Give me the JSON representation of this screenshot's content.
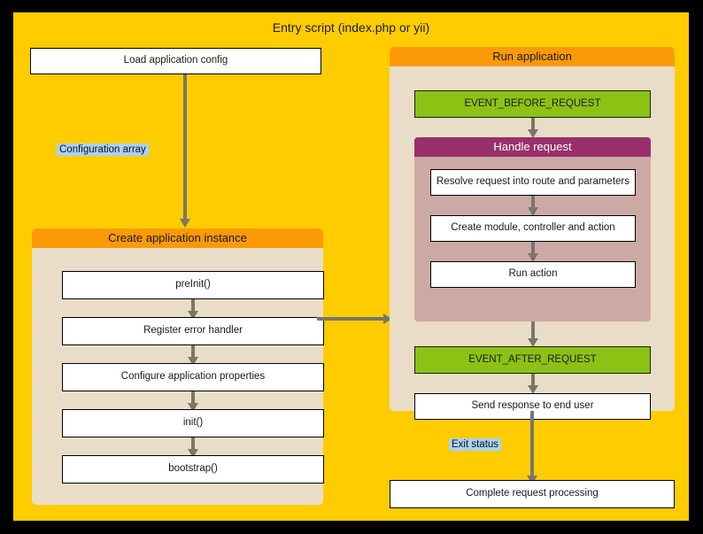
{
  "diagram": {
    "title": "Entry script (index.php or yii)",
    "colors": {
      "entry_background": "#FFCC00",
      "group_header_orange": "#FB9A06",
      "group_body_beige": "#EADDC8",
      "nested_header_magenta": "#99306B",
      "nested_body_rose": "#CCA9A4",
      "event_green": "#8CC213",
      "edge_label_blue": "#A9D2F7",
      "arrow_gray": "#7A7668",
      "box_white": "#FFFFFF",
      "page_background": "#000000"
    },
    "left_column": {
      "load_config": "Load application config",
      "edge_label_config": "Configuration array",
      "create_instance_group": {
        "header": "Create application instance",
        "steps": [
          "preInit()",
          "Register error handler",
          "Configure application properties",
          "init()",
          "bootstrap()"
        ]
      }
    },
    "right_column": {
      "run_application_group": {
        "header": "Run application",
        "event_before": "EVENT_BEFORE_REQUEST",
        "handle_request_group": {
          "header": "Handle request",
          "steps": [
            "Resolve request into route and parameters",
            "Create module, controller and action",
            "Run action"
          ]
        },
        "event_after": "EVENT_AFTER_REQUEST",
        "send_response": "Send response to end user"
      },
      "edge_label_exit": "Exit status",
      "complete": "Complete request processing"
    }
  }
}
